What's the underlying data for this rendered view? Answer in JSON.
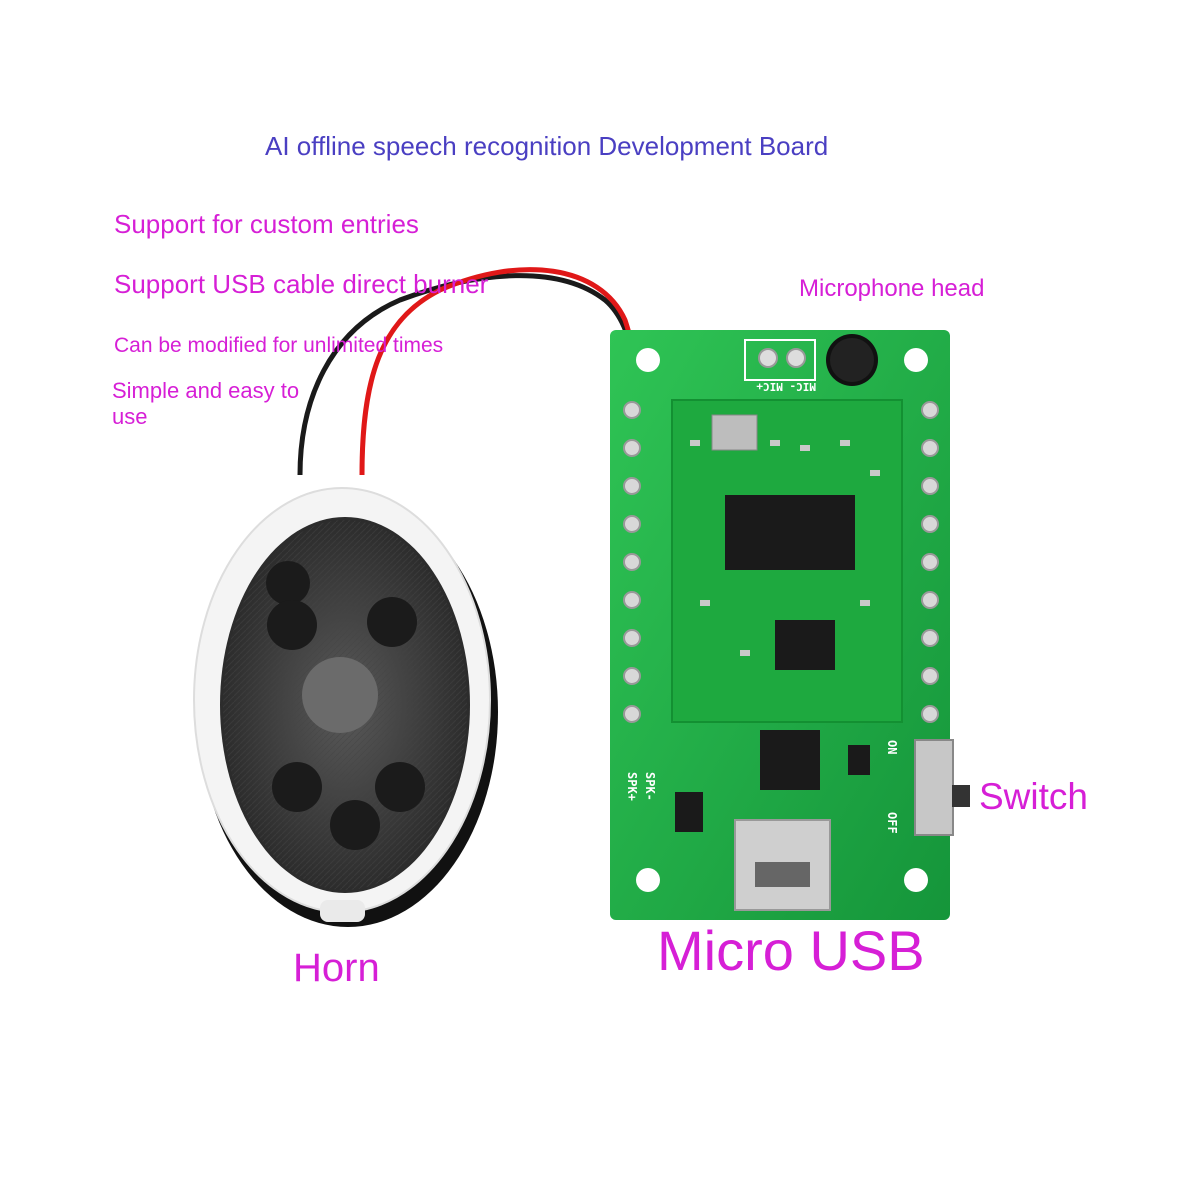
{
  "title": "AI offline speech recognition Development Board",
  "features": [
    "Support for custom entries",
    "Support USB cable direct burner",
    "Can be modified for unlimited times",
    "Simple and easy to use"
  ],
  "callouts": {
    "microphone": "Microphone head",
    "switch": "Switch",
    "horn": "Horn",
    "usb": "Micro USB"
  },
  "board_markings": {
    "mic_pins": "MIC- MIC+",
    "spk_plus": "SPK+",
    "spk_minus": "SPK-",
    "on": "ON",
    "off": "OFF"
  },
  "colors": {
    "title": "#4a3fc2",
    "callout": "#d61fd6",
    "pcb": "#22b24a",
    "module": "#1ea93f"
  }
}
